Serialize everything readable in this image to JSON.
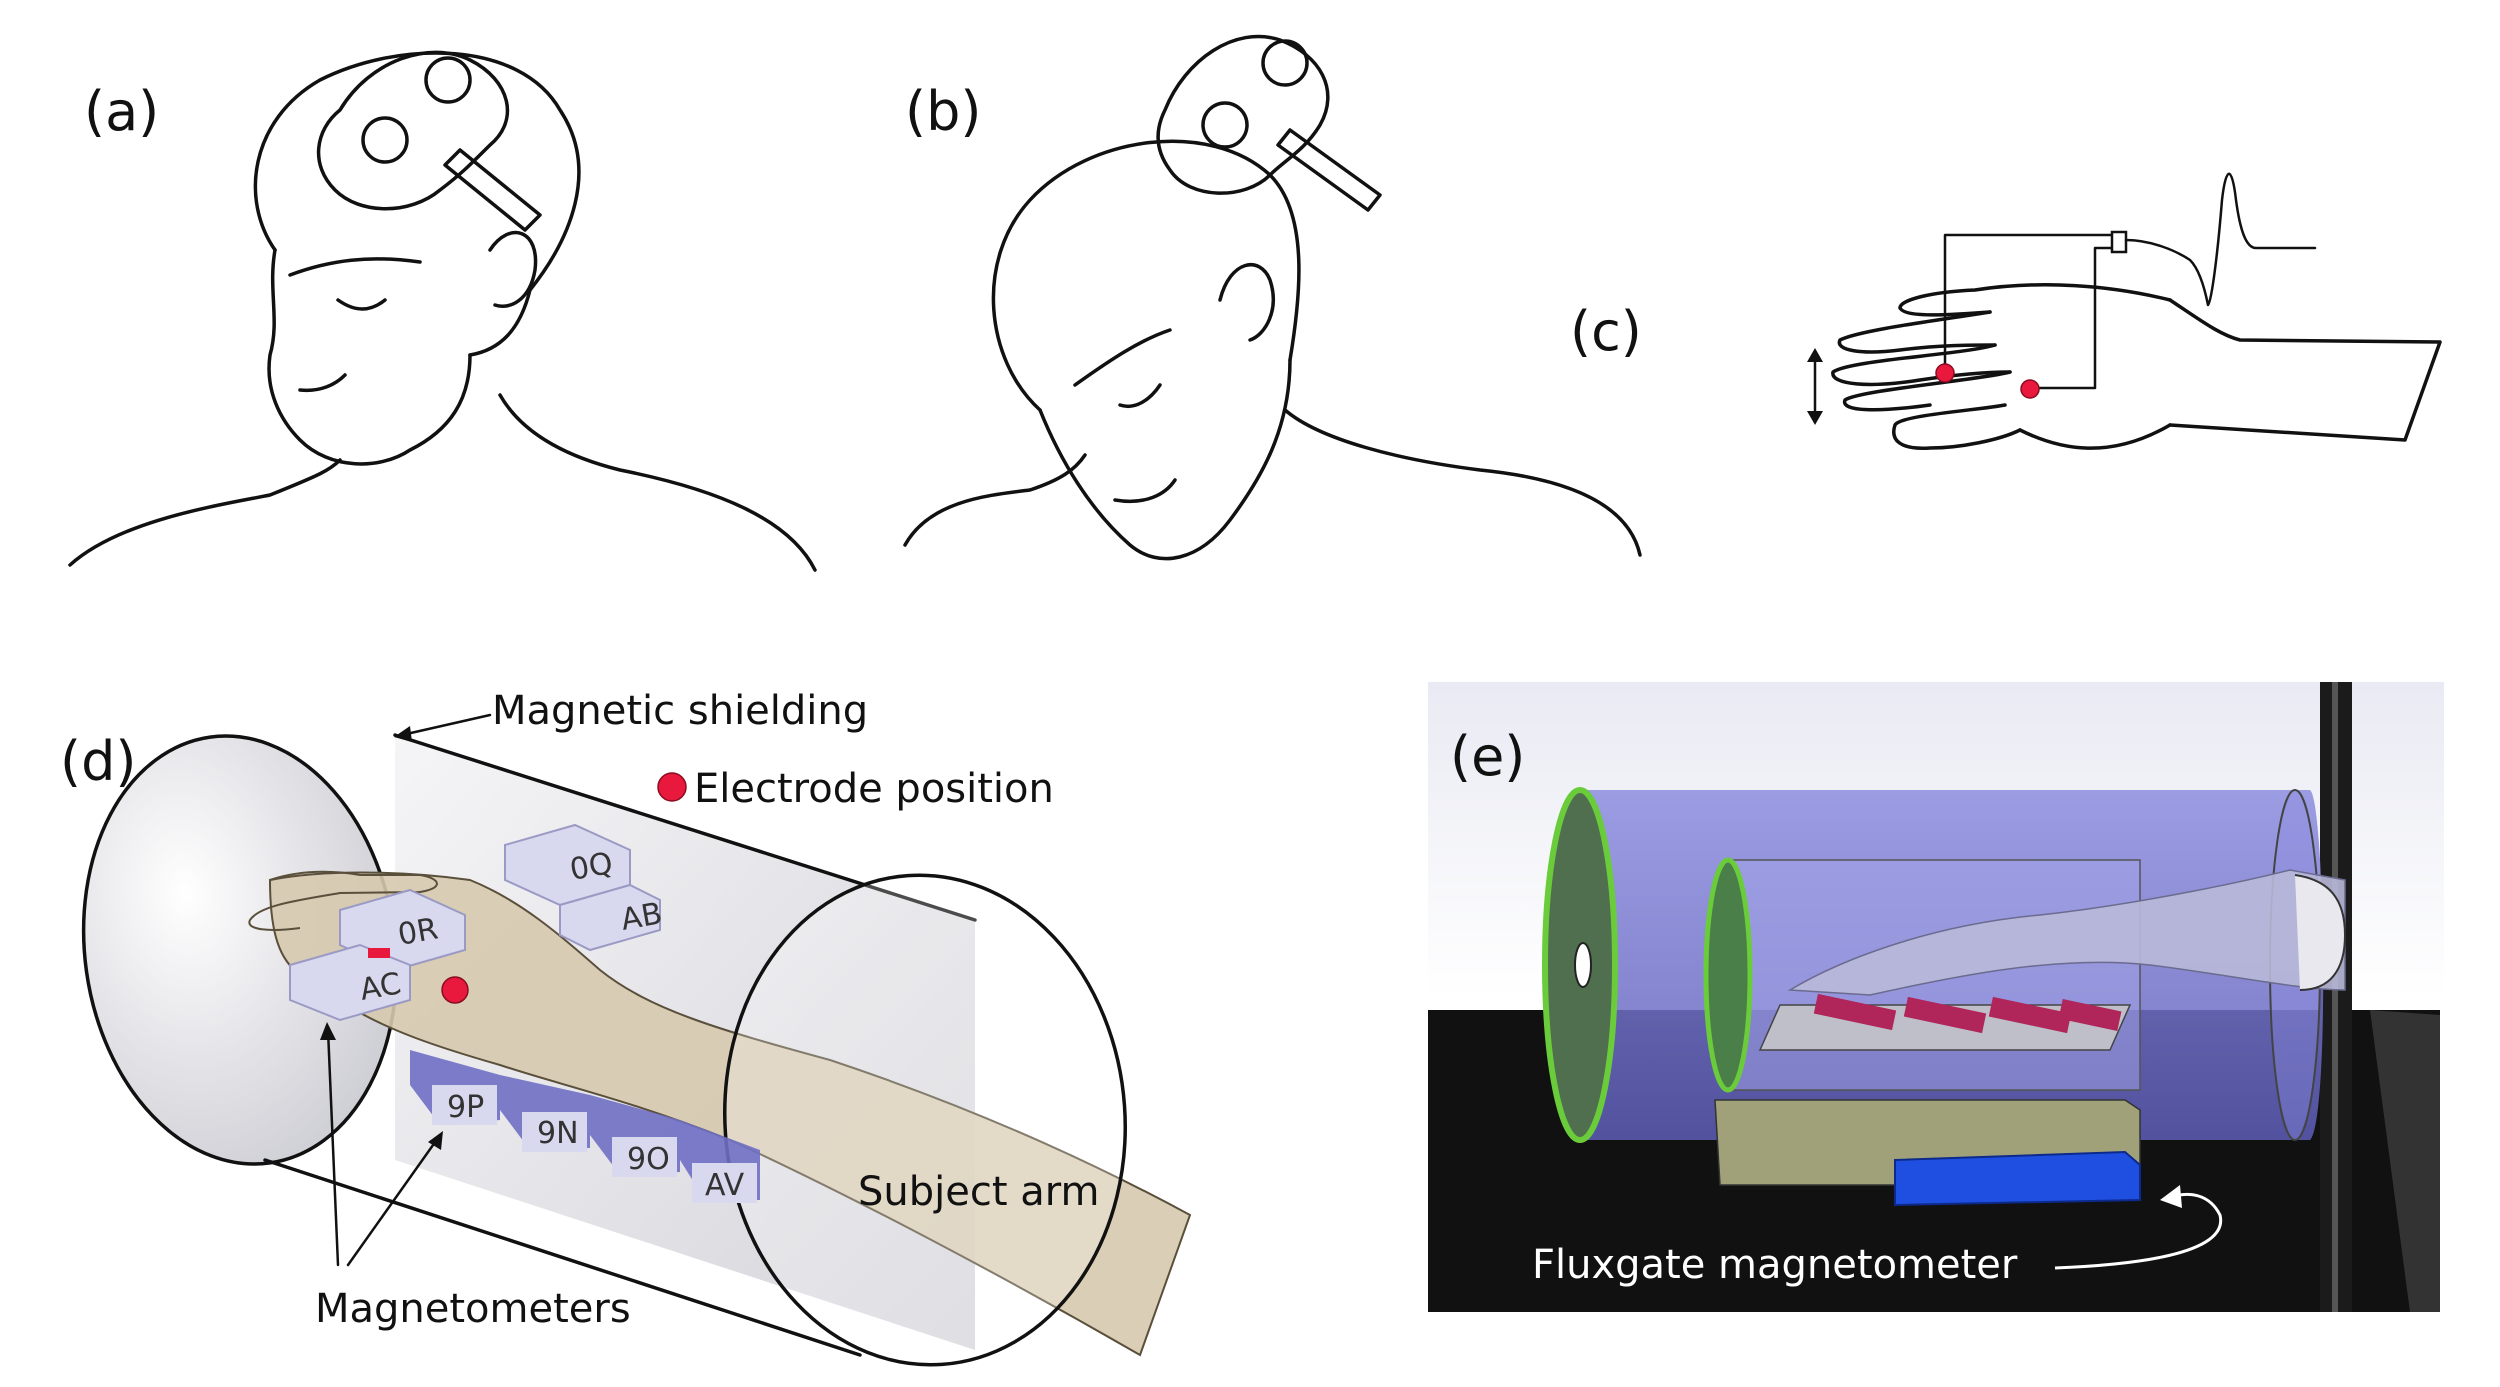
{
  "panels": {
    "a": {
      "label": "(a)"
    },
    "b": {
      "label": "(b)"
    },
    "c": {
      "label": "(c)"
    },
    "d": {
      "label": "(d)",
      "shielding_label": "Magnetic shielding",
      "electrode_label": "Electrode position",
      "arm_label": "Subject arm",
      "magnetometers_label": "Magnetometers",
      "sensors": [
        "0Q",
        "AB",
        "0R",
        "AC",
        "9P",
        "9N",
        "9O",
        "AV"
      ]
    },
    "e": {
      "label": "(e)",
      "fluxgate_label": "Fluxgate magnetometer"
    }
  },
  "colors": {
    "electrode": "#e8193c",
    "arm": "#d6c9ae",
    "sensor_box": "#d8d8ee",
    "sensor_box_dark": "#6f6fc4",
    "shield": "#e6e6ea",
    "render_bg": "#1a1a1a",
    "fluxgate": "#1f4fe0",
    "cylinder": "#7a7ad8",
    "rim_green": "#6acc3a"
  }
}
